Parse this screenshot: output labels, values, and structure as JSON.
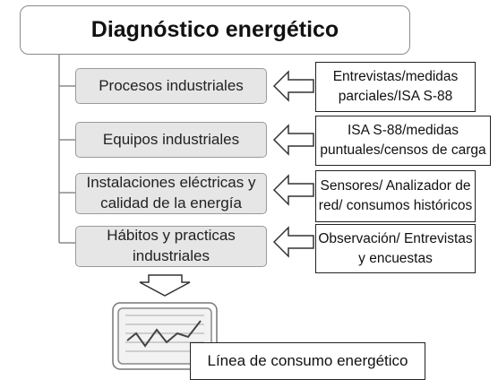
{
  "title": "Diagnóstico energético",
  "steps": [
    {
      "label": "Procesos industriales",
      "source": "Entrevistas/medidas parciales/ISA S-88"
    },
    {
      "label": "Equipos industriales",
      "source": "ISA S-88/medidas puntuales/censos de carga"
    },
    {
      "label": "Instalaciones eléctricas y calidad de la energía",
      "source": "Sensores/ Analizador de red/ consumos históricos"
    },
    {
      "label": "Hábitos y practicas industriales",
      "source": "Observación/ Entrevistas y encuestas"
    }
  ],
  "result": "Línea de consumo energético",
  "icons": {
    "arrow": "hollow-left-arrow-icon",
    "monitor": "line-chart-monitor-icon"
  }
}
